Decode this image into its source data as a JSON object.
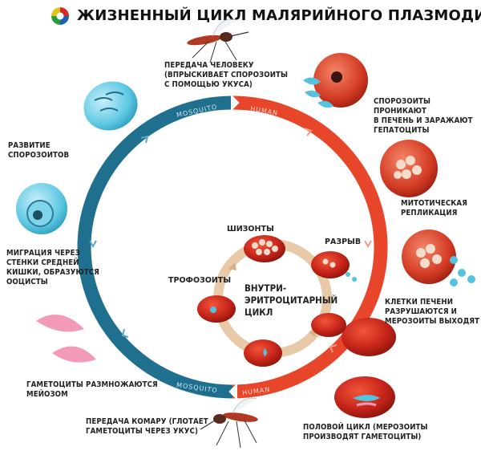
{
  "title": "ЖИЗНЕННЫЙ ЦИКЛ МАЛЯРИЙНОГО ПЛАЗМОДИЯ",
  "ring_labels": {
    "mosquito_top": "MOSQUITO",
    "human_top": "HUMAN",
    "mosquito_bottom": "MOSQUITO",
    "human_bottom": "HUMAN"
  },
  "center_label": [
    "ВНУТРИ-",
    "ЭРИТРОЦИТАРНЫЙ",
    "ЦИКЛ"
  ],
  "stages": {
    "transmission_human": [
      "ПЕРЕДАЧА ЧЕЛОВЕКУ",
      "(ВПРЫСКИВАЕТ СПОРОЗОИТЫ",
      "С ПОМОЩЬЮ УКУСА)"
    ],
    "liver_infection": [
      "СПОРОЗОИТЫ ПРОНИКАЮТ",
      "В ПЕЧЕНЬ И ЗАРАЖАЮТ",
      "ГЕПАТОЦИТЫ"
    ],
    "mitotic": [
      "МИТОТИЧЕСКАЯ",
      "РЕПЛИКАЦИЯ"
    ],
    "liver_rupture": [
      "КЛЕТКИ ПЕЧЕНИ",
      "РАЗРУШАЮТСЯ И",
      "МЕРОЗОИТЫ ВЫХОДЯТ"
    ],
    "sexual_cycle": [
      "ПОЛОВОЙ ЦИКЛ (МЕРОЗОИТЫ",
      "ПРОИЗВОДЯТ ГАМЕТОЦИТЫ)"
    ],
    "transmission_mosquito": [
      "ПЕРЕДАЧА КОМАРУ (ГЛОТАЕТ",
      "ГАМЕТОЦИТЫ ЧЕРЕЗ УКУС)"
    ],
    "meiosis": [
      "ГАМЕТОЦИТЫ РАЗМНОЖАЮТСЯ",
      "МЕЙОЗОМ"
    ],
    "migration": [
      "МИГРАЦИЯ ЧЕРЕЗ",
      "СТЕНКИ СРЕДНЕЙ",
      "КИШКИ, ОБРАЗУЮТСЯ",
      "ООЦИСТЫ"
    ],
    "sporozoite_dev": [
      "РАЗВИТИЕ",
      "СПОРОЗОИТОВ"
    ]
  },
  "inner_stages": {
    "schizonts": "ШИЗОНТЫ",
    "rupture": "РАЗРЫВ",
    "trophozoites": "ТРОФОЗОИТЫ"
  },
  "colors": {
    "mosquito_blue": "#1f6f8f",
    "human_red": "#e8462a",
    "inner_ring": "#e8c9a8",
    "cell_red": "#c8251a",
    "cell_blue": "#53c3e0"
  },
  "icons": [
    "logo-icon",
    "mosquito-icon",
    "red-blood-cell-icon",
    "liver-cell-icon",
    "oocyst-icon",
    "gametocyte-icon"
  ]
}
